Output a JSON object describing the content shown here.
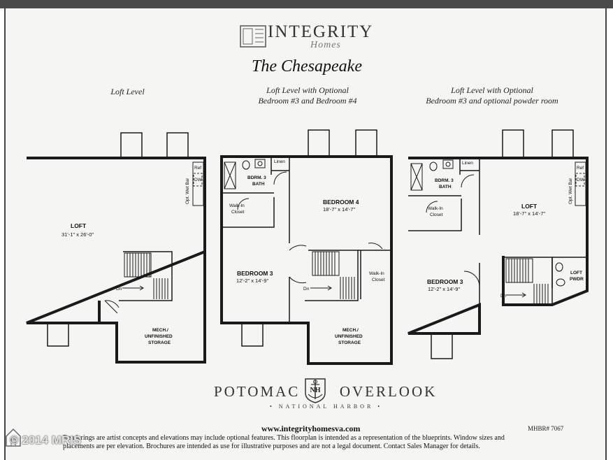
{
  "brand": {
    "name": "INTEGRITY",
    "sub": "Homes"
  },
  "title": "The Chesapeake",
  "plans": [
    {
      "label_line1": "Loft Level",
      "label_line2": "",
      "rooms": {
        "loft": {
          "name": "LOFT",
          "dims": "31'-1\" x 26'-0\""
        },
        "mech": {
          "line1": "MECH./",
          "line2": "UNFINISHED",
          "line3": "STORAGE"
        },
        "wetbar": "Opt. Wet Bar",
        "ref": "Ref",
        "dw": "DW",
        "dn": "Dn"
      }
    },
    {
      "label_line1": "Loft Level with Optional",
      "label_line2": "Bedroom #3 and Bedroom #4",
      "rooms": {
        "bath": {
          "line1": "BDRM. 3",
          "line2": "BATH"
        },
        "linen": "Linen",
        "closet1": {
          "line1": "Walk-In",
          "line2": "Closet"
        },
        "bedroom4": {
          "name": "BEDROOM 4",
          "dims": "18'-7\" x 14'-7\""
        },
        "bedroom3": {
          "name": "BEDROOM 3",
          "dims": "12'-2\" x 14'-9\""
        },
        "closet2": {
          "line1": "Walk-In",
          "line2": "Closet"
        },
        "mech": {
          "line1": "MECH./",
          "line2": "UNFINISHED",
          "line3": "STORAGE"
        },
        "dn": "Dn"
      }
    },
    {
      "label_line1": "Loft Level with Optional",
      "label_line2": "Bedroom #3 and optional powder room",
      "rooms": {
        "bath": {
          "line1": "BDRM. 3",
          "line2": "BATH"
        },
        "linen": "Linen",
        "closet1": {
          "line1": "Walk-In",
          "line2": "Closet"
        },
        "loft": {
          "name": "LOFT",
          "dims": "18'-7\" x 14'-7\""
        },
        "bedroom3": {
          "name": "BEDROOM 3",
          "dims": "12'-2\" x 14'-9\""
        },
        "pwdr": {
          "line1": "LOFT",
          "line2": "PWDR"
        },
        "wetbar": "Opt. Wet Bar",
        "ref": "Ref",
        "dw": "DW",
        "dn": "Dn"
      }
    }
  ],
  "community": {
    "name_left": "POTOMAC",
    "name_right": "OVERLOOK",
    "badge": "NH",
    "sub": "• NATIONAL HARBOR •"
  },
  "footer": {
    "url": "www.integrityhomesva.com",
    "mhbr": "MHBR# 7067",
    "disclaimer_line1": "Renderings are artist concepts and elevations may include optional features.  This floorplan is intended as a representation of the blueprints.  Window sizes and",
    "disclaimer_line2": "placements are per elevation. Brochures are intended as use for illustrative purposes and are not a legal document.  Contact Sales Manager for details."
  },
  "watermark": "© 2014 MRIS",
  "colors": {
    "wall": "#1a1a1a",
    "paper": "#f5f5f3"
  }
}
